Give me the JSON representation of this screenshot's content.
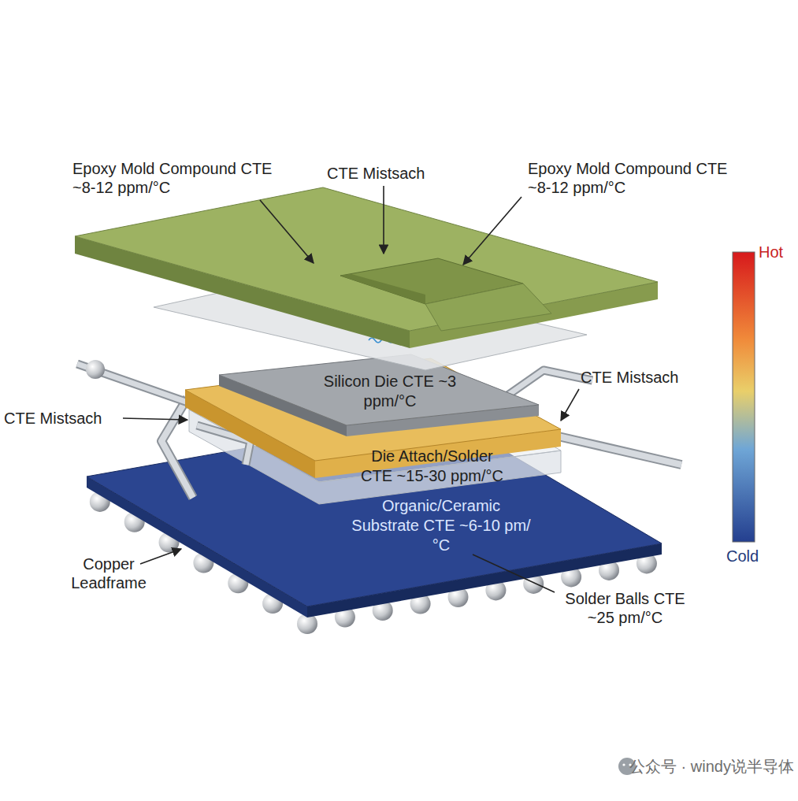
{
  "diagram": {
    "nodes": [
      {
        "text": [
          "Silicon Die CTE ~3 ppm/°C"
        ]
      },
      {
        "text": [
          "Die Attach/Solder CTE ~15-30 ppm/°C"
        ]
      },
      {
        "text": [
          "Organic/Ceramic Substrate CTE ~6-10 pm/°C"
        ]
      }
    ],
    "labels": [
      "Epoxy Mold Compound CTE ~8-12 ppm/°C",
      "CTE Mistsach",
      "Epoxy Mold Compound CTE ~8-12 ppm/°C",
      "CTE Mistsach",
      "CTE Mistsach",
      "Copper Leadframe",
      "Solder Balls CTE ~25 pm/°C",
      "Hot",
      "Cold",
      "公众号 · windy说半导体"
    ]
  }
}
